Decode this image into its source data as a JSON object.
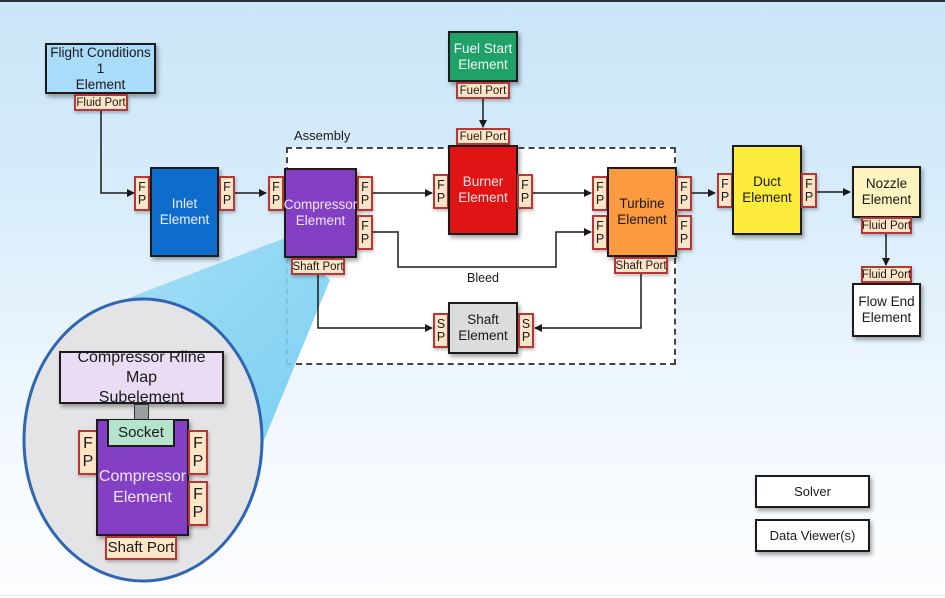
{
  "diagram": {
    "title": "Engine model element diagram",
    "assembly_label": "Assembly",
    "bleed_label": "Bleed",
    "colors": {
      "background_top": "#c9e5f8",
      "background_bottom": "#fcfdff",
      "port_fill": "#fde5c6",
      "port_border": "#b8353a",
      "magnifier_cone": "#7fd2f2",
      "magnifier_circle": "#e4e4e6",
      "magnifier_border": "#2f66b3"
    },
    "elements": {
      "flight_conditions": {
        "line1": "Flight Conditions 1",
        "line2": "Element",
        "color": "#a9dcfa",
        "port": "Fluid Port"
      },
      "fuel_start": {
        "line1": "Fuel Start",
        "line2": "Element",
        "color": "#1fa167",
        "port": "Fuel Port"
      },
      "inlet": {
        "line1": "Inlet",
        "line2": "Element",
        "color": "#0e6ccc"
      },
      "compressor": {
        "line1": "Compressor",
        "line2": "Element",
        "color": "#8440c4",
        "shaft_port": "Shaft Port"
      },
      "burner": {
        "line1": "Burner",
        "line2": "Element",
        "color": "#e01414",
        "fuel_port": "Fuel Port"
      },
      "turbine": {
        "line1": "Turbine",
        "line2": "Element",
        "color": "#fb9a3f",
        "shaft_port": "Shaft Port"
      },
      "shaft": {
        "line1": "Shaft",
        "line2": "Element",
        "color": "#dcdcdc"
      },
      "duct": {
        "line1": "Duct",
        "line2": "Element",
        "color": "#fdec3c"
      },
      "nozzle": {
        "line1": "Nozzle",
        "line2": "Element",
        "color": "#fdf4bf",
        "port": "Fluid Port"
      },
      "flow_end": {
        "line1": "Flow End",
        "line2": "Element",
        "color": "#ffffff",
        "port": "Fluid Port"
      }
    },
    "port_abbrev": {
      "fluid_f": "F",
      "fluid_p": "P",
      "shaft_s": "S",
      "shaft_p": "P"
    },
    "magnifier": {
      "subelement_line1": "Compressor Rline Map",
      "subelement_line2": "Subelement",
      "subelement_color": "#eadcf5",
      "socket": "Socket",
      "socket_color": "#b5e3cc",
      "element_line1": "Compressor",
      "element_line2": "Element",
      "shaft_port": "Shaft Port"
    },
    "buttons": {
      "solver": "Solver",
      "data_viewers": "Data Viewer(s)"
    }
  }
}
